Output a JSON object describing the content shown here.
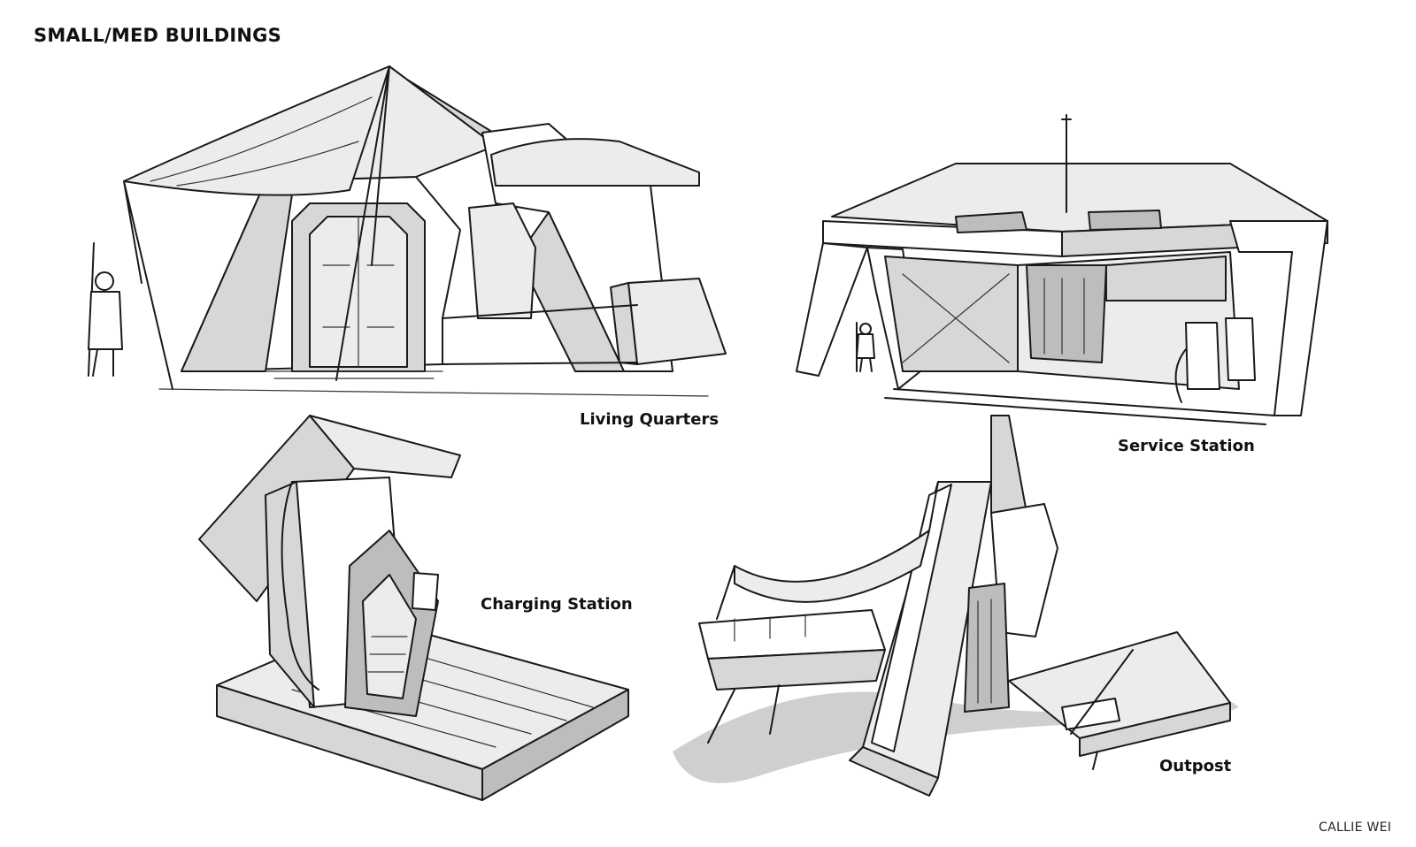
{
  "sheet": {
    "title": "SMALL/MED BUILDINGS",
    "signature": "CALLIE WEI"
  },
  "labels": {
    "living_quarters": "Living Quarters",
    "service_station": "Service Station",
    "charging_station": "Charging Station",
    "outpost": "Outpost"
  },
  "colors": {
    "background": "#ffffff",
    "ink": "#1a1a1a",
    "shade_light": "#d7d7d7",
    "shade_dark": "#bdbdbd"
  }
}
